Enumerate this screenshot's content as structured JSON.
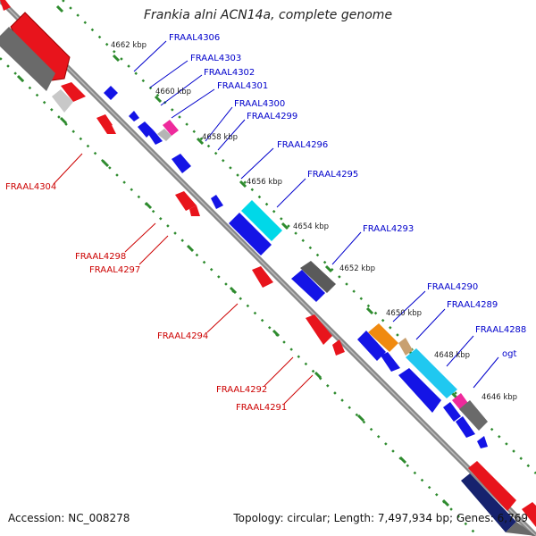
{
  "title": "Frankia alni ACN14a, complete genome",
  "accession": "Accession: NC_008278",
  "summary": "Topology: circular; Length: 7,497,934 bp; Genes: 6,769",
  "colors": {
    "forward_label": "#0000cc",
    "reverse_label": "#cc0000",
    "tick_major": "#2e8b2e",
    "backbone": "#777777"
  },
  "ticks": [
    {
      "label": "4662 kbp"
    },
    {
      "label": "4660 kbp"
    },
    {
      "label": "4658 kbp"
    },
    {
      "label": "4656 kbp"
    },
    {
      "label": "4654 kbp"
    },
    {
      "label": "4652 kbp"
    },
    {
      "label": "4650 kbp"
    },
    {
      "label": "4648 kbp"
    },
    {
      "label": "4646 kbp"
    }
  ],
  "forward_genes": [
    {
      "label": "FRAAL4306"
    },
    {
      "label": "FRAAL4303"
    },
    {
      "label": "FRAAL4302"
    },
    {
      "label": "FRAAL4301"
    },
    {
      "label": "FRAAL4300"
    },
    {
      "label": "FRAAL4299"
    },
    {
      "label": "FRAAL4296"
    },
    {
      "label": "FRAAL4295"
    },
    {
      "label": "FRAAL4293"
    },
    {
      "label": "FRAAL4290"
    },
    {
      "label": "FRAAL4289"
    },
    {
      "label": "FRAAL4288"
    },
    {
      "label": "ogt"
    }
  ],
  "reverse_genes": [
    {
      "label": "FRAAL4304"
    },
    {
      "label": "FRAAL4298"
    },
    {
      "label": "FRAAL4297"
    },
    {
      "label": "FRAAL4294"
    },
    {
      "label": "FRAAL4292"
    },
    {
      "label": "FRAAL4291"
    }
  ]
}
